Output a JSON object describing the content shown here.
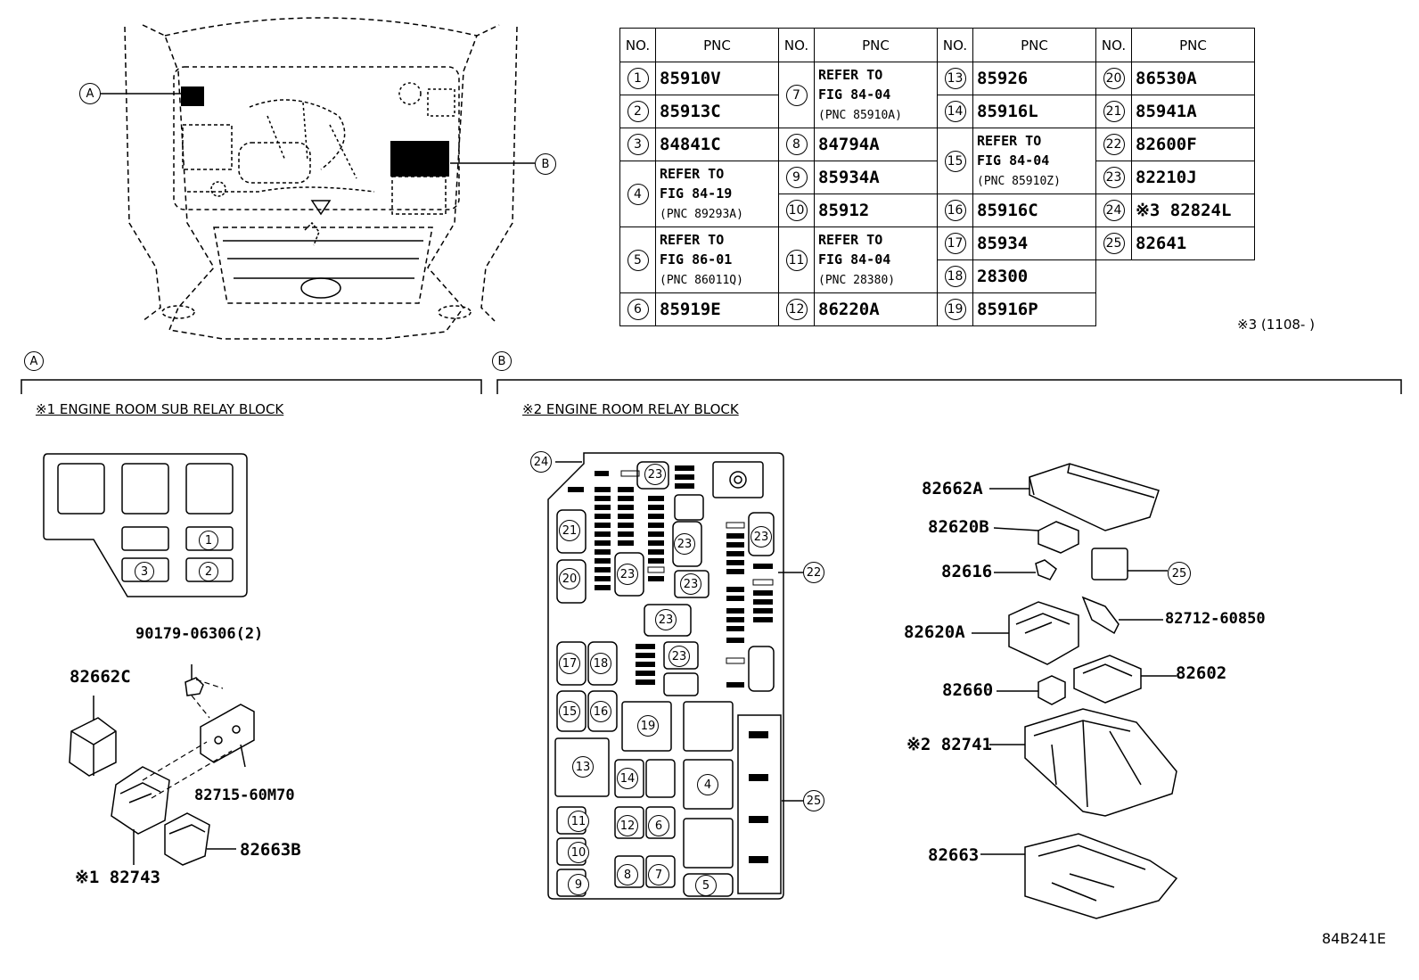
{
  "callouts": {
    "a": "A",
    "b": "B"
  },
  "pnc_table": {
    "headers": [
      "NO.",
      "PNC",
      "NO.",
      "PNC",
      "NO.",
      "PNC",
      "NO.",
      "PNC"
    ],
    "rows": [
      {
        "no": "1",
        "pnc": "85910V"
      },
      {
        "no": "2",
        "pnc": "85913C"
      },
      {
        "no": "3",
        "pnc": "84841C"
      },
      {
        "no": "4",
        "ref": "REFER TO",
        "fig": "FIG 84-19",
        "sub": "(PNC 89293A)"
      },
      {
        "no": "5",
        "ref": "REFER TO",
        "fig": "FIG 86-01",
        "sub": "(PNC 86011Q)"
      },
      {
        "no": "6",
        "pnc": "85919E"
      },
      {
        "no": "7",
        "ref": "REFER TO",
        "fig": "FIG 84-04",
        "sub": "(PNC 85910A)"
      },
      {
        "no": "8",
        "pnc": "84794A"
      },
      {
        "no": "9",
        "pnc": "85934A"
      },
      {
        "no": "10",
        "pnc": "85912"
      },
      {
        "no": "11",
        "ref": "REFER TO",
        "fig": "FIG 84-04",
        "sub": "(PNC 28380)"
      },
      {
        "no": "12",
        "pnc": "86220A"
      },
      {
        "no": "13",
        "pnc": "85926"
      },
      {
        "no": "14",
        "pnc": "85916L"
      },
      {
        "no": "15",
        "ref": "REFER TO",
        "fig": "FIG 84-04",
        "sub": "(PNC 85910Z)"
      },
      {
        "no": "16",
        "pnc": "85916C"
      },
      {
        "no": "17",
        "pnc": "85934"
      },
      {
        "no": "18",
        "pnc": "28300"
      },
      {
        "no": "19",
        "pnc": "85916P"
      },
      {
        "no": "20",
        "pnc": "86530A"
      },
      {
        "no": "21",
        "pnc": "85941A"
      },
      {
        "no": "22",
        "pnc": "82600F"
      },
      {
        "no": "23",
        "pnc": "82210J"
      },
      {
        "no": "24",
        "pnc": "※3 82824L"
      },
      {
        "no": "25",
        "pnc": "82641"
      }
    ],
    "footnote": "※3 (1108-      )"
  },
  "sections": {
    "a_letter": "A",
    "b_letter": "B",
    "a_title": "※1 ENGINE ROOM SUB RELAY BLOCK",
    "b_title": "※2 ENGINE ROOM RELAY BLOCK"
  },
  "sub_block_numbers": [
    "1",
    "2",
    "3"
  ],
  "part_labels_a": {
    "screw": "90179-06306(2)",
    "cover": "82662C",
    "bracket": "82715-60M70",
    "holder": "82663B",
    "block": "※1 82743"
  },
  "relay_block_numbers": [
    "4",
    "5",
    "6",
    "7",
    "8",
    "9",
    "10",
    "11",
    "12",
    "13",
    "14",
    "15",
    "16",
    "17",
    "18",
    "19",
    "20",
    "21",
    "22",
    "23",
    "23",
    "23",
    "23",
    "23",
    "23",
    "23",
    "24",
    "25"
  ],
  "part_labels_b": {
    "top_cover": "82662A",
    "p82620b": "82620B",
    "p82616": "82616",
    "p82620a": "82620A",
    "p82660": "82660",
    "p82741": "※2 82741",
    "p82663": "82663",
    "p25": "25",
    "p82712": "82712-60850",
    "p82602": "82602"
  },
  "figure_id": "84B241E"
}
